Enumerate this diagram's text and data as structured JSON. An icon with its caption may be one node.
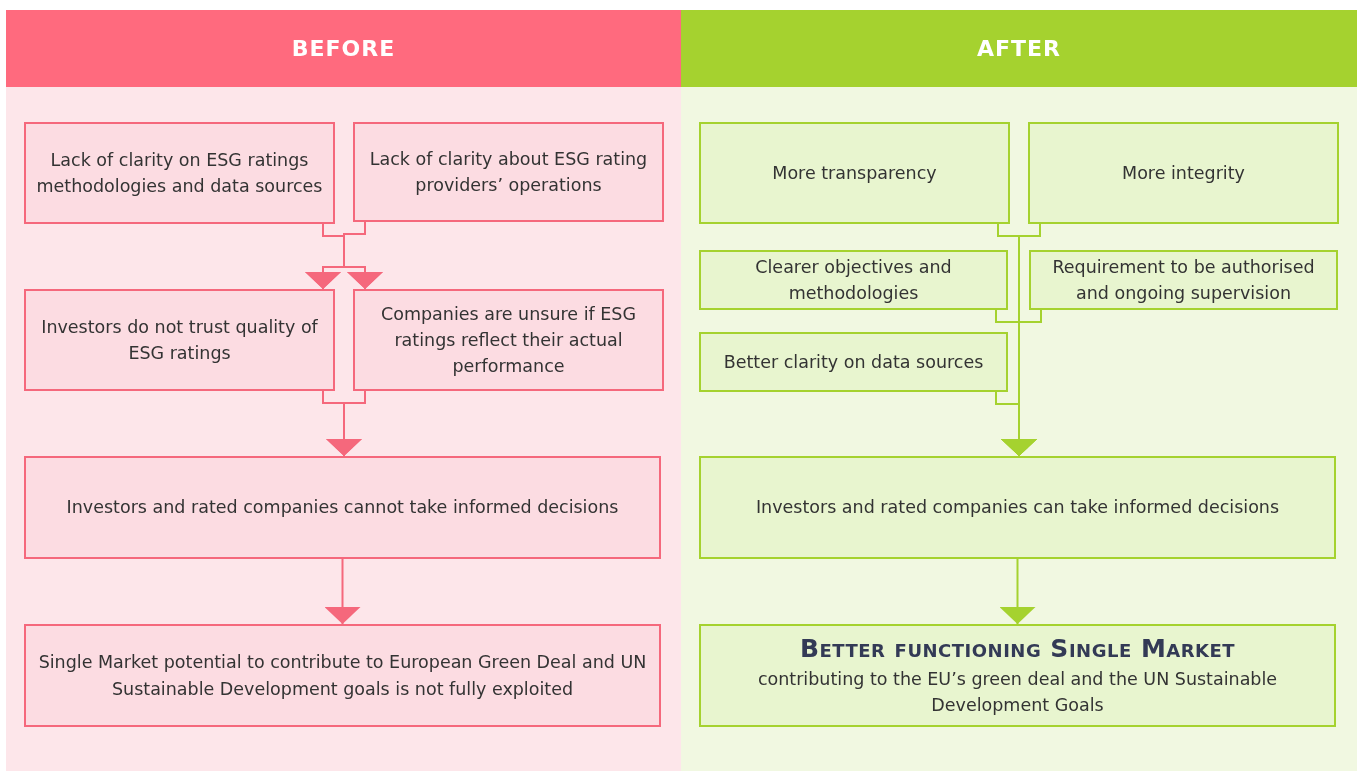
{
  "diagram": {
    "nodes": [
      {
        "text": [
          "BEFORE"
        ]
      },
      {
        "text": [
          "Lack of clarity on ESG ratings methodologies and data sources"
        ],
        "in": 0
      },
      {
        "text": [
          "Lack of clarity about ESG rating providers’ operations"
        ],
        "in": 0
      },
      {
        "text": [
          "Investors do not trust quality of ESG ratings"
        ],
        "in": 0
      },
      {
        "text": [
          "Companies are unsure if ESG ratings reflect their actual performance"
        ],
        "in": 0
      },
      {
        "text": [
          "Investors and rated companies cannot take informed decisions"
        ],
        "in": 0
      },
      {
        "text": [
          "Single Market potential to contribute to European Green Deal and UN Sustainable Development goals is not fully exploited"
        ],
        "in": 0
      },
      {
        "text": [
          "AFTER"
        ]
      },
      {
        "text": [
          "More transparency"
        ],
        "in": 7
      },
      {
        "text": [
          "More integrity"
        ],
        "in": 7
      },
      {
        "text": [
          "Clearer objectives and methodologies"
        ],
        "in": 7
      },
      {
        "text": [
          "Requirement to be authorised and ongoing supervision"
        ],
        "in": 7
      },
      {
        "text": [
          "Better clarity on data sources"
        ],
        "in": 7
      },
      {
        "text": [
          "Investors and rated companies can take informed decisions"
        ],
        "in": 7
      },
      {
        "text": [
          "Better functioning Single Market",
          "contributing to the EU’s green deal and the UN Sustainable Development Goals"
        ],
        "in": 7
      }
    ],
    "edges": [
      {
        "from": 1,
        "to": 3,
        "arrow": "to"
      },
      {
        "from": 1,
        "to": 4,
        "arrow": "to"
      },
      {
        "from": 2,
        "to": 3,
        "arrow": "to"
      },
      {
        "from": 2,
        "to": 4,
        "arrow": "to"
      },
      {
        "from": 3,
        "to": 5,
        "arrow": "to"
      },
      {
        "from": 4,
        "to": 5,
        "arrow": "to"
      },
      {
        "from": 5,
        "to": 6,
        "arrow": "to"
      },
      {
        "from": 8,
        "to": 13,
        "arrow": "to",
        "color": "#a5d22f"
      },
      {
        "from": 9,
        "to": 13,
        "arrow": "to",
        "color": "#a5d22f"
      },
      {
        "from": 10,
        "to": 13,
        "arrow": "to",
        "color": "#a5d22f"
      },
      {
        "from": 11,
        "to": 13,
        "arrow": "to",
        "color": "#a5d22f"
      },
      {
        "from": 12,
        "to": 13,
        "arrow": "to",
        "color": "#a5d22f"
      },
      {
        "from": 13,
        "to": 14,
        "arrow": "to",
        "color": "#a5d22f"
      }
    ]
  }
}
